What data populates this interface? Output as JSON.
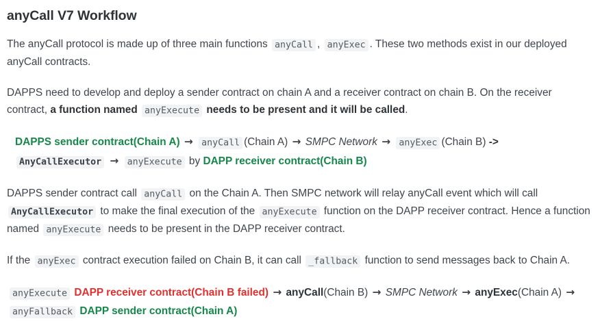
{
  "document": {
    "title": "anyCall V7 Workflow"
  },
  "paragraph_1": {
    "t1": "The anyCall protocol is made up of three main functions",
    "code1": "anyCall",
    "t2": ",",
    "code2": "anyExec",
    "t3": ". These two methods exist in our deployed anyCall contracts."
  },
  "paragraph_2": {
    "t1": "DAPPS need to develop and deploy a sender contract on chain A and a receiver contract on chain B. On the receiver contract,",
    "bold1": "a function named",
    "code1": "anyExecute",
    "bold2": "needs to be present and it will be called",
    "t2": "."
  },
  "flow_1": {
    "node1": "DAPPS sender contract(Chain A)",
    "arrow1": "→",
    "code1": "anyCall",
    "label1": "(Chain A)",
    "arrow2": "→",
    "italic1": "SMPC Network",
    "arrow3": "→",
    "code2": "anyExec",
    "label2": "(Chain B)",
    "dash": "-",
    "gt": ">",
    "code3": "AnyCallExecutor",
    "arrow4": "→",
    "code4": "anyExecute",
    "label3": "by",
    "node2": "DAPP receiver contract(Chain B)"
  },
  "paragraph_3": {
    "t1": "DAPPS sender contract call",
    "code1": "anyCall",
    "t2": "on the Chain A. Then SMPC network will relay anyCall event which will call",
    "code2": "AnyCallExecutor",
    "t3": "to make the final execution of the",
    "code3": "anyExecute",
    "t4": "function on the DAPP receiver contract. Hence a function named",
    "code4": "anyExecute",
    "t5": "needs to be present in the DAPP receiver contract."
  },
  "paragraph_4": {
    "t1": "If the",
    "code1": "anyExec",
    "t2": "contract execution failed on Chain B, it can call",
    "code2": "_fallback",
    "t3": "function to send messages back to Chain A."
  },
  "flow_2": {
    "code1": "anyExecute",
    "node1": "DAPP receiver contract(Chain B failed)",
    "arrow1": "→",
    "bold1": "anyCall",
    "label1": "(Chain B)",
    "arrow2": "→",
    "italic1": "SMPC Network",
    "arrow3": "→",
    "bold2": "anyExec",
    "label2": "(Chain A)",
    "arrow4": "→",
    "code2": "anyFallback",
    "node2": "DAPP sender contract(Chain A)"
  },
  "colors": {
    "green": "#17874b",
    "red": "#e03131",
    "body_text": "#3f454d",
    "heading": "#2e3338",
    "code_background": "#f1f3f5"
  }
}
